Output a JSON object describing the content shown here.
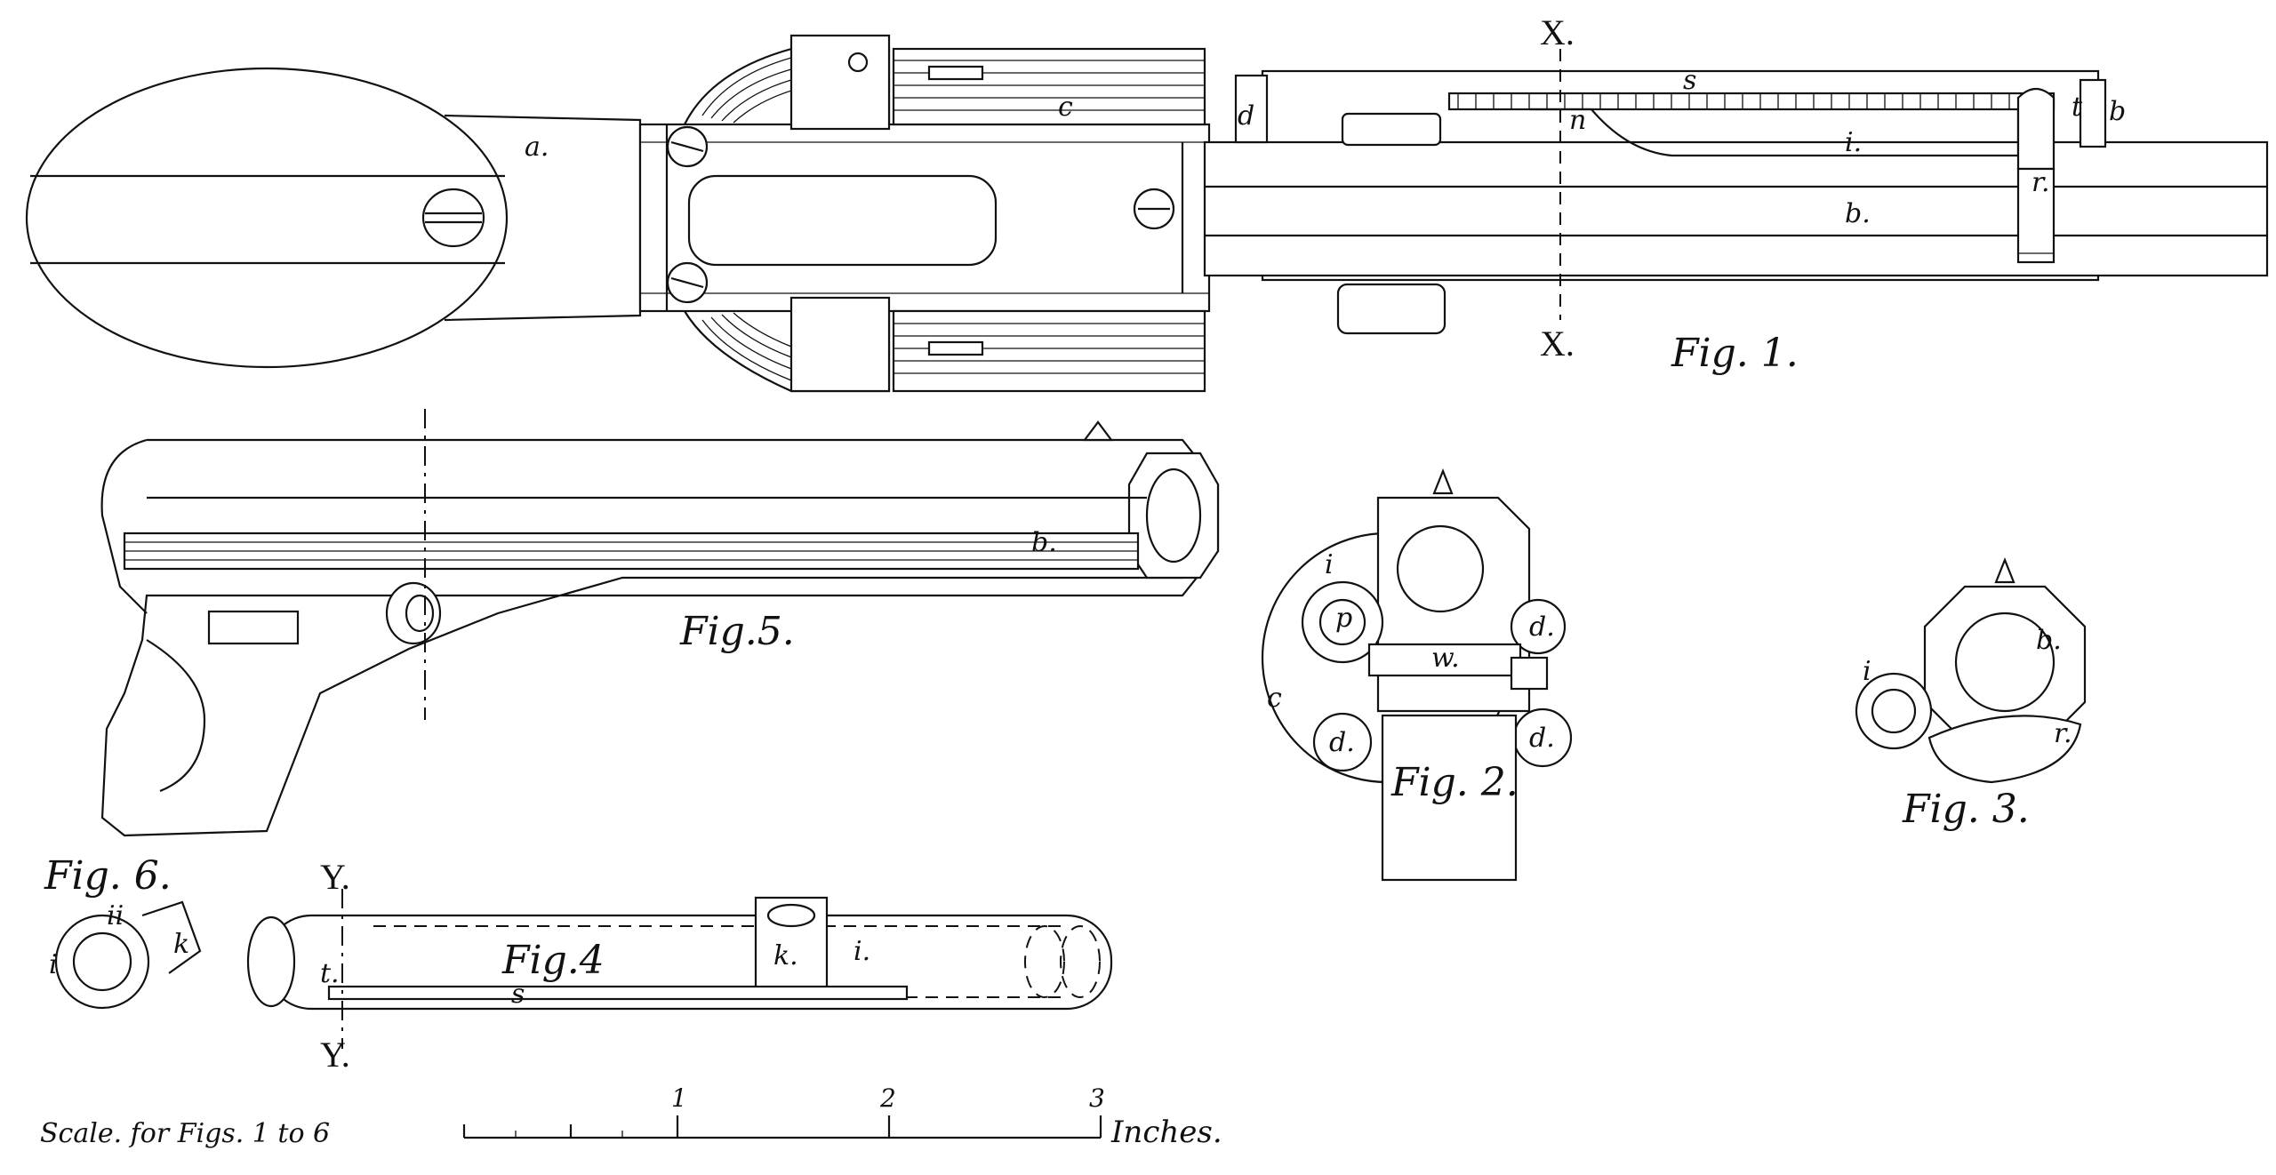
{
  "labels": {
    "fig1": "Fig. 1.",
    "fig2": "Fig. 2.",
    "fig3": "Fig. 3.",
    "fig4": "Fig.4",
    "fig5": "Fig.5.",
    "fig6": "Fig. 6.",
    "section_x_top": "X.",
    "section_x_bottom": "X.",
    "section_y_top": "Y.",
    "section_y_bottom": "Y.",
    "part_a": "a.",
    "part_b": "b.",
    "part_b2": "b",
    "part_b_fig5": "b.",
    "part_b_fig3": "b.",
    "part_c": "c",
    "part_c2": "c",
    "part_d": "d",
    "part_d_fig2a": "d.",
    "part_d_fig2b": "d.",
    "part_d_fig2c": "d.",
    "part_i": "i.",
    "part_i_fig2": "i",
    "part_i_fig3": "i",
    "part_i_fig4": "i.",
    "part_i_fig6": "i",
    "part_s": "s",
    "part_s_fig4": "s",
    "part_t": "t",
    "part_t_fig4": "t.",
    "part_r": "r.",
    "part_r_fig3": "r.",
    "part_w": "w.",
    "part_k": "k.",
    "part_k_fig6": "k",
    "part_p": "p",
    "part_n": "n",
    "part_ii": "ii"
  },
  "scale": {
    "caption": "Scale. for Figs. 1 to 6",
    "tick_1": "1",
    "tick_2": "2",
    "tick_3": "3",
    "unit": "Inches."
  }
}
